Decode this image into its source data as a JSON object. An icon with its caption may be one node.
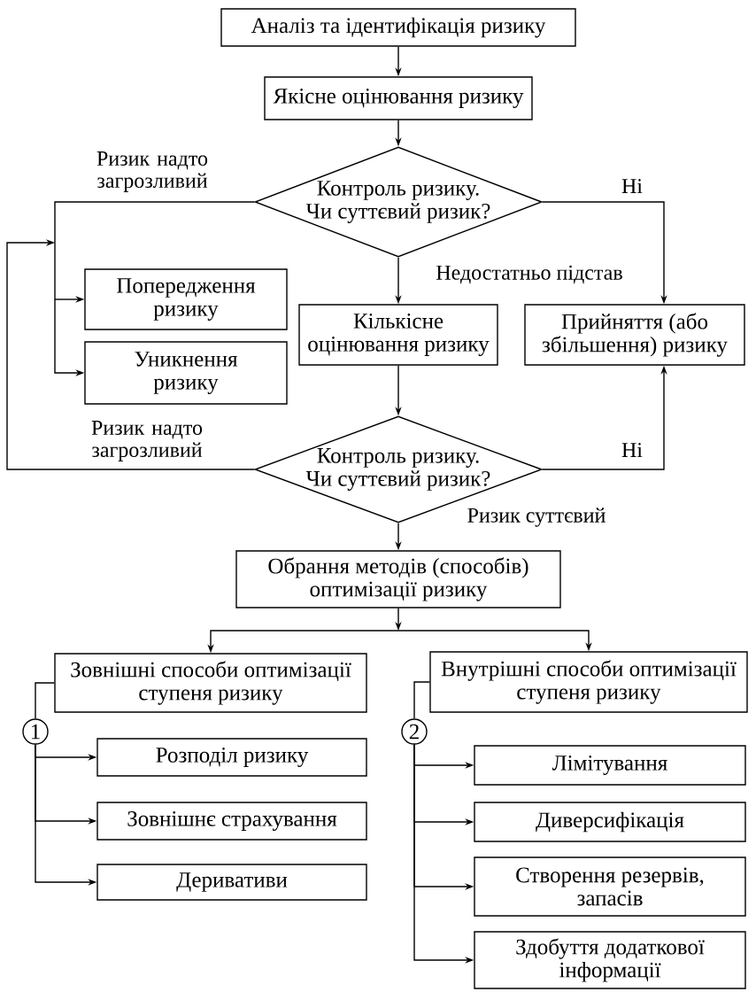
{
  "diagram": {
    "nodes": [
      {
        "text": [
          "Аналіз та ідентифікація ризику"
        ]
      },
      {
        "text": [
          "Якісне оцінювання ризику"
        ]
      },
      {
        "text": [
          "Контроль ризику. Чи суттєвий ризик?"
        ]
      },
      {
        "text": [
          "Попередження ризику"
        ]
      },
      {
        "text": [
          "Уникнення ризику"
        ]
      },
      {
        "text": [
          "Кількісне оцінювання ризику"
        ]
      },
      {
        "text": [
          "Прийняття (або збільшення) ризику"
        ]
      },
      {
        "text": [
          "Контроль ризику. Чи суттєвий ризик?"
        ]
      },
      {
        "text": [
          "Обрання методів (способів) оптимізації ризику"
        ]
      },
      {
        "text": [
          "Зовнішні способи оптимізації ступеня ризику"
        ]
      },
      {
        "text": [
          "1"
        ]
      },
      {
        "text": [
          "Розподіл ризику"
        ]
      },
      {
        "text": [
          "Зовнішнє страхування"
        ]
      },
      {
        "text": [
          "Деривативи"
        ]
      },
      {
        "text": [
          "Внутрішні способи оптимізації ступеня ризику"
        ]
      },
      {
        "text": [
          "2"
        ]
      },
      {
        "text": [
          "Лімітування"
        ]
      },
      {
        "text": [
          "Диверсифікація"
        ]
      },
      {
        "text": [
          "Створення резервів, запасів"
        ]
      },
      {
        "text": [
          "Здобуття додаткової інформації"
        ]
      }
    ],
    "edges": [
      {
        "from": 0,
        "to": 1,
        "arrow": "to"
      },
      {
        "from": 1,
        "to": 2,
        "arrow": "to"
      },
      {
        "from": 2,
        "to": 3,
        "arrow": "to",
        "label": "Ризик надто загрозливий"
      },
      {
        "from": 2,
        "to": 4,
        "arrow": "to"
      },
      {
        "from": 2,
        "to": 5,
        "arrow": "to",
        "label": "Недостатньо підстав"
      },
      {
        "from": 2,
        "to": 6,
        "arrow": "to",
        "label": "Ні"
      },
      {
        "from": 5,
        "to": 7,
        "arrow": "to"
      },
      {
        "from": 7,
        "to": 3,
        "arrow": "to",
        "label": "Ризик надто загрозливий"
      },
      {
        "from": 7,
        "to": 4,
        "arrow": "to"
      },
      {
        "from": 7,
        "to": 6,
        "arrow": "to",
        "label": "Ні"
      },
      {
        "from": 7,
        "to": 8,
        "arrow": "to",
        "label": "Ризик суттєвий"
      },
      {
        "from": 8,
        "to": 9,
        "arrow": "to"
      },
      {
        "from": 8,
        "to": 14,
        "arrow": "to"
      },
      {
        "from": 9,
        "to": 10,
        "arrow": "none"
      },
      {
        "from": 10,
        "to": 11,
        "arrow": "to"
      },
      {
        "from": 10,
        "to": 12,
        "arrow": "to"
      },
      {
        "from": 10,
        "to": 13,
        "arrow": "to"
      },
      {
        "from": 14,
        "to": 15,
        "arrow": "none"
      },
      {
        "from": 15,
        "to": 16,
        "arrow": "to"
      },
      {
        "from": 15,
        "to": 17,
        "arrow": "to"
      },
      {
        "from": 15,
        "to": 18,
        "arrow": "to"
      },
      {
        "from": 15,
        "to": 19,
        "arrow": "to"
      }
    ]
  }
}
